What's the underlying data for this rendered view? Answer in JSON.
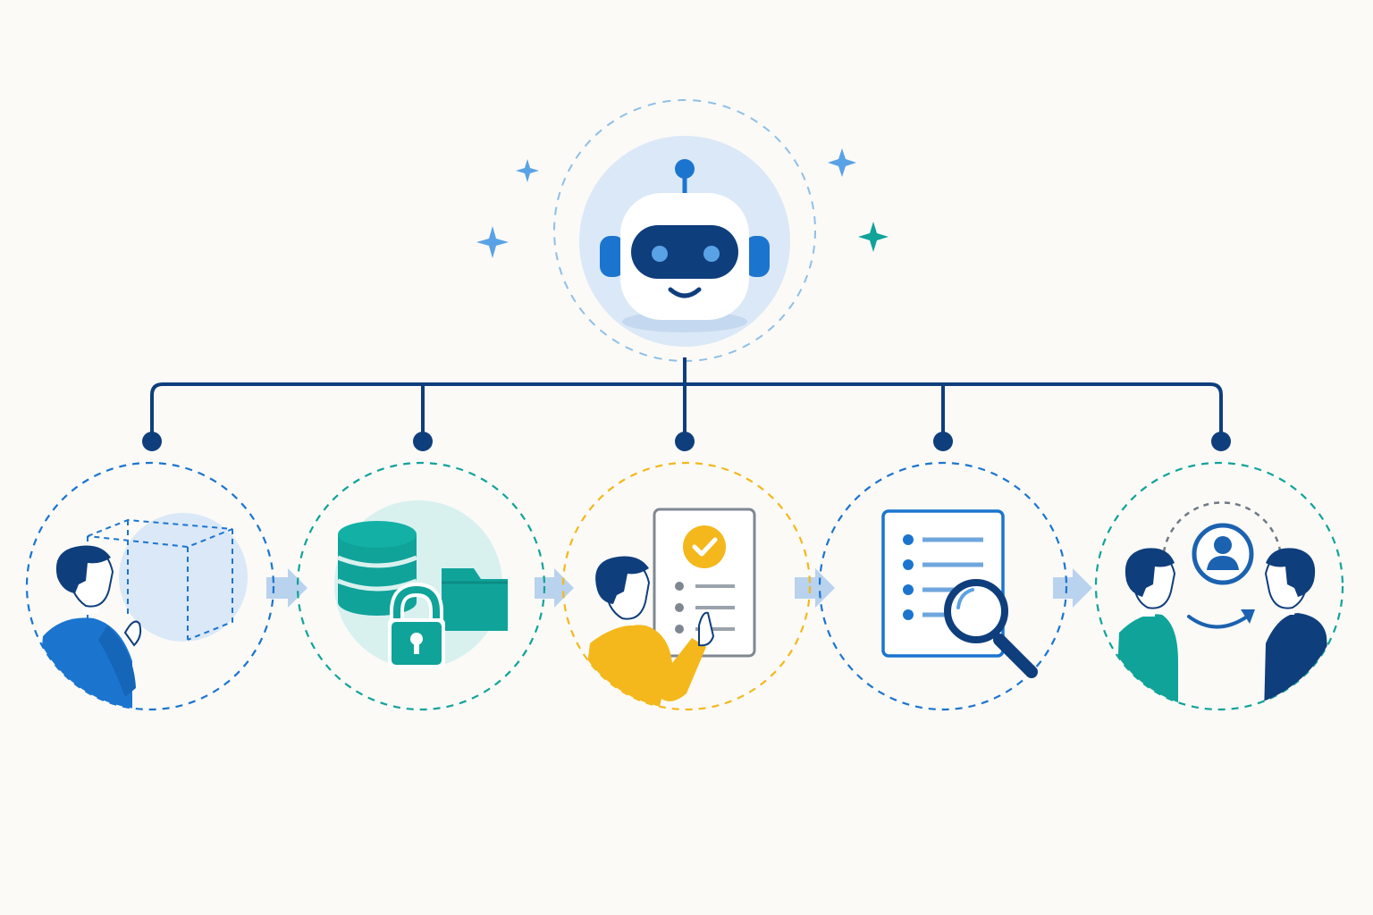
{
  "colors": {
    "navy": "#0f3e7c",
    "blue": "#1b75cf",
    "teal": "#10a39a",
    "yellow": "#f4b81c",
    "light_blue": "#dbe8f7",
    "light_teal": "#d8f1ef",
    "arrow": "#b9d2ee",
    "sparkle_blue": "#5aa2e6",
    "sparkle_teal": "#10a39a"
  },
  "hub": {
    "icon": "robot-assistant-icon"
  },
  "steps": [
    {
      "id": "design",
      "icon": "person-with-3d-cube-icon",
      "ring_color": "blue"
    },
    {
      "id": "secure-data",
      "icon": "database-folder-lock-icon",
      "ring_color": "teal"
    },
    {
      "id": "checklist",
      "icon": "person-with-checklist-icon",
      "ring_color": "yellow"
    },
    {
      "id": "review",
      "icon": "document-magnifier-icon",
      "ring_color": "blue"
    },
    {
      "id": "handoff",
      "icon": "two-people-user-transfer-icon",
      "ring_color": "teal"
    }
  ]
}
